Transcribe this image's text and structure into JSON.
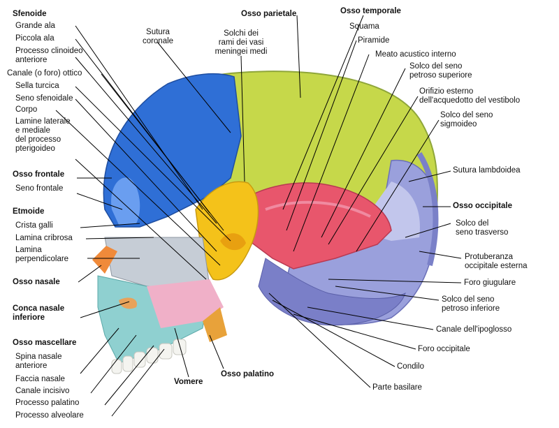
{
  "labels_left": {
    "sfenoide": "Sfenoide",
    "grande_ala": "Grande ala",
    "piccola_ala": "Piccola ala",
    "processo_clinoideo_1": "Processo clinoideo",
    "processo_clinoideo_2": "anteriore",
    "canale_ottico": "Canale (o foro) ottico",
    "sella_turcica": "Sella turcica",
    "seno_sfenoidale": "Seno sfenoidale",
    "corpo": "Corpo",
    "lamine_1": "Lamine laterale",
    "lamine_2": "e mediale",
    "lamine_3": "del processo",
    "lamine_4": "pterigoideo",
    "osso_frontale": "Osso frontale",
    "seno_frontale": "Seno frontale",
    "etmoide": "Etmoide",
    "crista_galli": "Crista galli",
    "lamina_cribrosa": "Lamina cribrosa",
    "lamina_perp_1": "Lamina",
    "lamina_perp_2": "perpendicolare",
    "osso_nasale": "Osso nasale",
    "conca_1": "Conca nasale",
    "conca_2": "inferiore",
    "osso_mascellare": "Osso mascellare",
    "spina_1": "Spina nasale",
    "spina_2": "anteriore",
    "faccia_nasale": "Faccia nasale",
    "canale_incisivo": "Canale incisivo",
    "processo_palatino": "Processo palatino",
    "processo_alveolare": "Processo alveolare"
  },
  "labels_top": {
    "sutura_1": "Sutura",
    "sutura_2": "coronale",
    "solchi_1": "Solchi dei",
    "solchi_2": "rami dei vasi",
    "solchi_3": "meningei medi",
    "osso_parietale": "Osso parietale",
    "osso_temporale": "Osso temporale"
  },
  "labels_right": {
    "squama": "Squama",
    "piramide": "Piramide",
    "meato": "Meato acustico interno",
    "solco_sup_1": "Solco del seno",
    "solco_sup_2": "petroso superiore",
    "orifizio_1": "Orifizio esterno",
    "orifizio_2": "dell'acquedotto del vestibolo",
    "sigm_1": "Solco del seno",
    "sigm_2": "sigmoideo",
    "sutura_lambdoidea": "Sutura lambdoidea",
    "osso_occipitale": "Osso occipitale",
    "trasv_1": "Solco del",
    "trasv_2": "seno trasverso",
    "protub_1": "Protuberanza",
    "protub_2": "occipitale esterna",
    "foro_giugulare": "Foro giugulare",
    "pinf_1": "Solco del seno",
    "pinf_2": "petroso inferiore",
    "ipoglosso": "Canale dell'ipoglosso",
    "foro_occipitale": "Foro occipitale",
    "condilo": "Condilo",
    "parte_basilare": "Parte basilare"
  },
  "labels_bottom": {
    "vomere": "Vomere",
    "osso_palatino": "Osso palatino"
  },
  "colors": {
    "parietal": "#c6d84a",
    "frontal": "#2f6fd6",
    "temporal": "#e8566c",
    "occipital": "#9aa0dc",
    "sphenoid": "#f4c21a",
    "ethmoid": "#c6cdd6",
    "maxilla": "#8fd0d0",
    "vomer": "#f0b0c8",
    "nasal": "#f08a3a",
    "palatine": "#e8a23a"
  }
}
